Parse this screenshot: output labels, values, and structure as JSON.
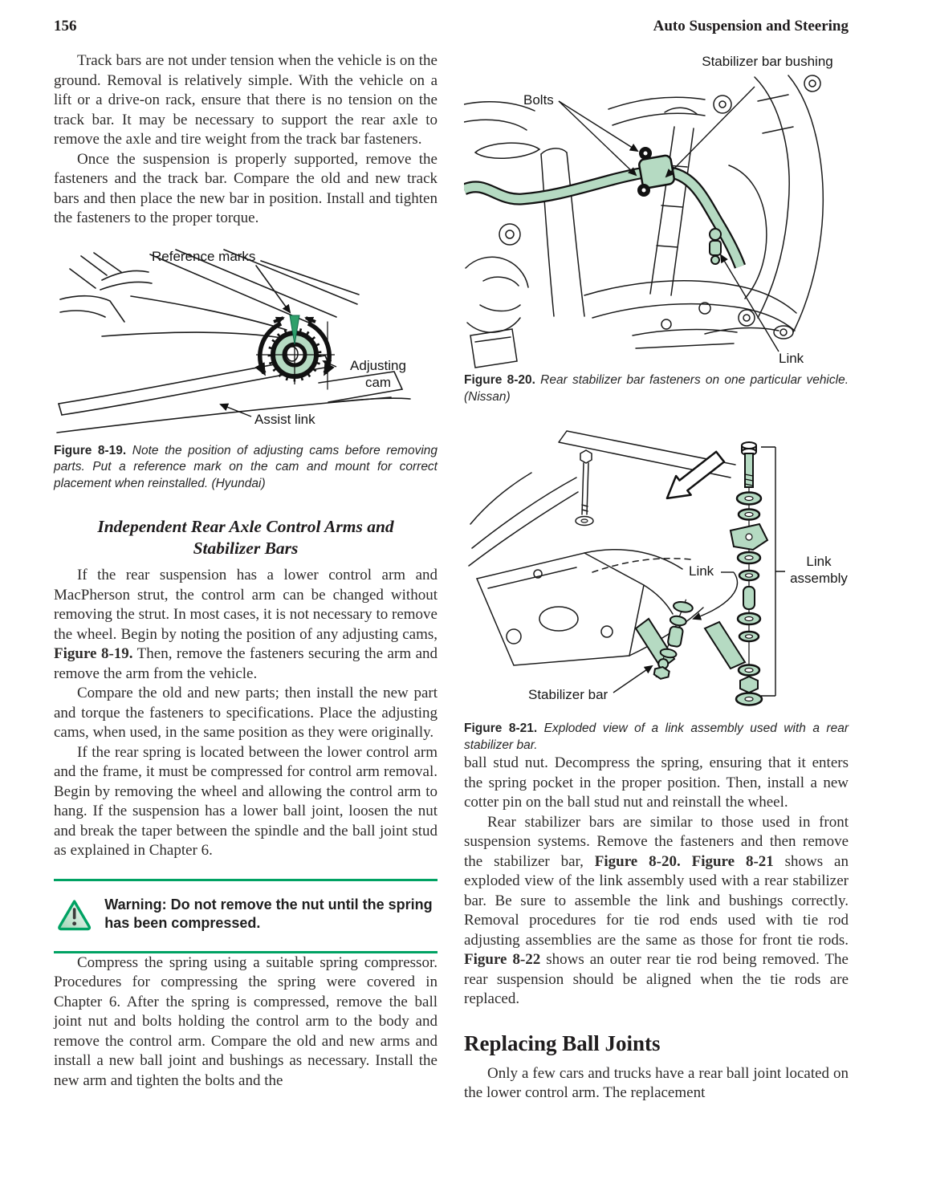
{
  "page": {
    "number": "156",
    "running_title": "Auto Suspension and Steering"
  },
  "colors": {
    "accent_green": "#00A263",
    "figure_green": "#b5dac2"
  },
  "left": {
    "para1": "Track bars are not under tension when the vehicle is on the ground. Removal is relatively simple. With the vehicle on a lift or a drive-on rack, ensure that there is no tension on the track bar. It may be necessary to support the rear axle to remove the axle and tire weight from the track bar fasteners.",
    "para2": "Once the suspension is properly supported, remove the fasteners and the track bar. Compare the old and new track bars and then place the new bar in position. Install and tighten the fasteners to the proper torque.",
    "fig19": {
      "labels": {
        "reference_marks": "Reference marks",
        "adjusting_cam": "Adjusting cam",
        "assist_link": "Assist link"
      },
      "caption_bold": "Figure 8-19.",
      "caption_text": " Note the position of adjusting cams before removing parts. Put a reference mark on the cam and mount for correct placement when reinstalled. (Hyundai)"
    },
    "heading": "Independent Rear Axle Control Arms and Stabilizer Bars",
    "para3_seg0": "If the rear suspension has a lower control arm and MacPherson strut, the control arm can be changed without removing the strut. In most cases, it is not necessary to remove the wheel. Begin by noting the position of any adjusting cams, ",
    "para3_bold": "Figure 8-19.",
    "para3_seg1": " Then, remove the fasteners securing the arm and remove the arm from the vehicle.",
    "para4": "Compare the old and new parts; then install the new part and torque the fasteners to specifications. Place the adjusting cams, when used, in the same position as they were originally.",
    "para5": "If the rear spring is located between the lower control arm and the frame, it must be compressed for control arm removal. Begin by removing the wheel and allowing the control arm to hang. If the suspension has a lower ball joint, loosen the nut and break the taper between the spindle and the ball joint stud as explained in Chapter 6.",
    "warning_text": "Warning: Do not remove the nut until the spring has been compressed.",
    "para6": "Compress the spring using a suitable spring compressor. Procedures for compressing the spring were covered in Chapter 6. After the spring is compressed, remove the ball joint nut and bolts holding the control arm to the body and remove the control arm. Compare the old and new arms and install a new ball joint and bushings as necessary. Install the new arm and tighten the bolts and the"
  },
  "right": {
    "fig20": {
      "labels": {
        "stabilizer_bar_bushing": "Stabilizer bar bushing",
        "bolts": "Bolts",
        "link": "Link"
      },
      "caption_bold": "Figure 8-20.",
      "caption_text": " Rear stabilizer bar fasteners on one particular vehicle. (Nissan)"
    },
    "fig21": {
      "labels": {
        "link": "Link",
        "link_assembly": "Link assembly",
        "stabilizer_bar": "Stabilizer bar"
      },
      "caption_bold": "Figure 8-21.",
      "caption_text": " Exploded view of a link assembly used with a rear stabilizer bar."
    },
    "para1": "ball stud nut. Decompress the spring, ensuring that it enters the spring pocket in the proper position. Then, install a new cotter pin on the ball stud nut and reinstall the wheel.",
    "para2_seg0": "Rear stabilizer bars are similar to those used in front suspension systems. Remove the fasteners and then remove the stabilizer bar, ",
    "para2_bold0": "Figure 8-20. Figure 8-21",
    "para2_seg1": " shows an exploded view of the link assembly used with a rear stabilizer bar. Be sure to assemble the link and bushings correctly. Removal procedures for tie rod ends used with tie rod adjusting assemblies are the same as those for front tie rods. ",
    "para2_bold1": "Figure 8-22",
    "para2_seg2": " shows an outer rear tie rod being removed. The rear suspension should be aligned when the tie rods are replaced.",
    "heading": "Replacing Ball Joints",
    "para3": "Only a few cars and trucks have a rear ball joint located on the lower control arm. The replacement"
  }
}
